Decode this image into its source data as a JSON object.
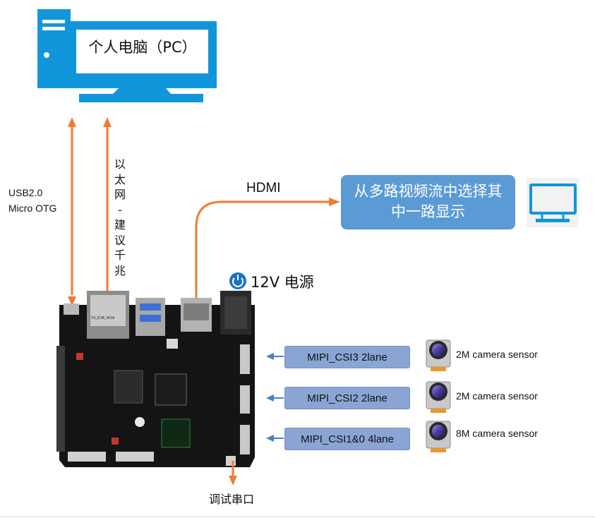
{
  "pc": {
    "label": "个人电脑（PC）"
  },
  "links": {
    "usb_label_line1": "USB2.0",
    "usb_label_line2": "Micro OTG",
    "ethernet_chars": [
      "以",
      "太",
      "网",
      "-",
      "建",
      "议",
      "千",
      "兆"
    ],
    "hdmi_label": "HDMI"
  },
  "display": {
    "text": "从多路视频流中选择其中一路显示"
  },
  "power": {
    "label": "12V 电源",
    "icon": "power-icon"
  },
  "board": {
    "silkscreen": "X3_EVB_401A"
  },
  "mipi": [
    {
      "label": "MIPI_CSI3 2lane",
      "camera": "2M camera sensor"
    },
    {
      "label": "MIPI_CSI2 2lane",
      "camera": "2M camera sensor"
    },
    {
      "label": "MIPI_CSI1&0 4lane",
      "camera": "8M camera sensor"
    }
  ],
  "debug": {
    "label": "调试串口"
  },
  "colors": {
    "arrow": "#ed7d31",
    "box": "#5b9bd5",
    "mipi_box": "#8aa5d4",
    "mipi_arrow": "#4a7fc1",
    "pc": "#1296db"
  }
}
